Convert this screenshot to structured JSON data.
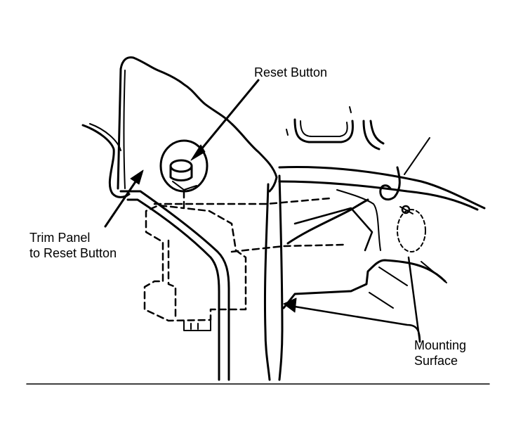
{
  "labels": {
    "reset_button": "Reset Button",
    "trim_panel_line1": "Trim Panel",
    "trim_panel_line2": "to Reset Button",
    "mounting_surface_line1": "Mounting",
    "mounting_surface_line2": "Surface"
  },
  "colors": {
    "ink": "#000000",
    "paper": "#ffffff"
  }
}
